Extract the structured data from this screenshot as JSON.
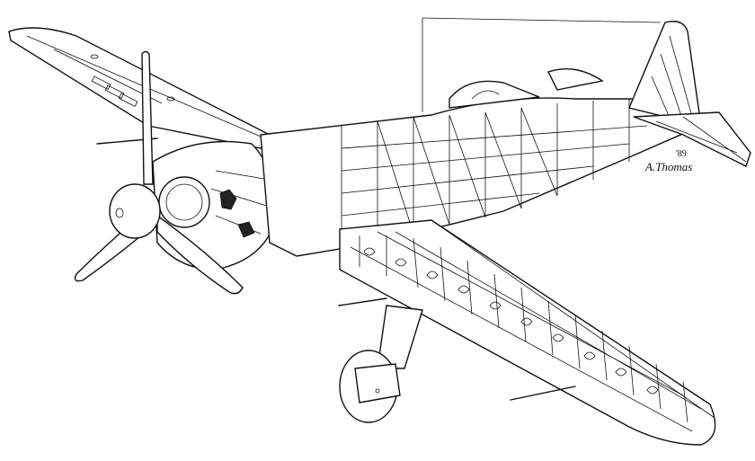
{
  "illustration": {
    "subject": "Cutaway drawing of a single-engine radial-engine fighter aircraft",
    "signature": "A.Thomas",
    "year": "'89",
    "colors": {
      "background": "#ffffff",
      "ink": "#111111"
    }
  }
}
